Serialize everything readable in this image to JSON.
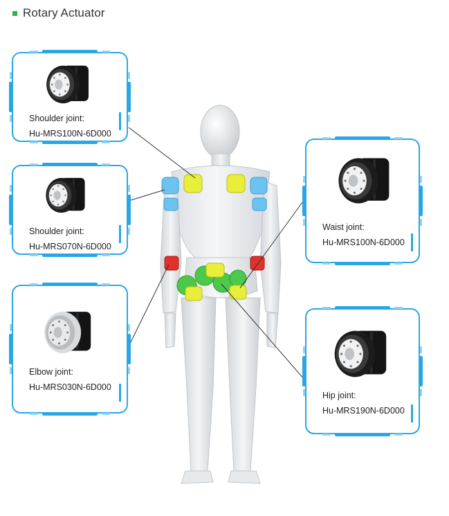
{
  "header": {
    "title": "Rotary Actuator",
    "accent": "#2fb34a"
  },
  "colors": {
    "frame": "#2aa6e6",
    "frame_light": "#8fd3f7",
    "joint_yellow": "#e8ee3a",
    "joint_blue": "#6cc3ef",
    "joint_red": "#e0312b",
    "joint_green": "#4cc84a"
  },
  "joints": [
    {
      "label_title": "Shoulder joint:",
      "model": "Hu-MRS100N-6D000"
    },
    {
      "label_title": "Shoulder joint:",
      "model": "Hu-MRS070N-6D000"
    },
    {
      "label_title": "Elbow joint:",
      "model": "Hu-MRS030N-6D000"
    },
    {
      "label_title": "Waist joint:",
      "model": "Hu-MRS100N-6D000"
    },
    {
      "label_title": "Hip joint:",
      "model": "Hu-MRS190N-6D000"
    }
  ]
}
